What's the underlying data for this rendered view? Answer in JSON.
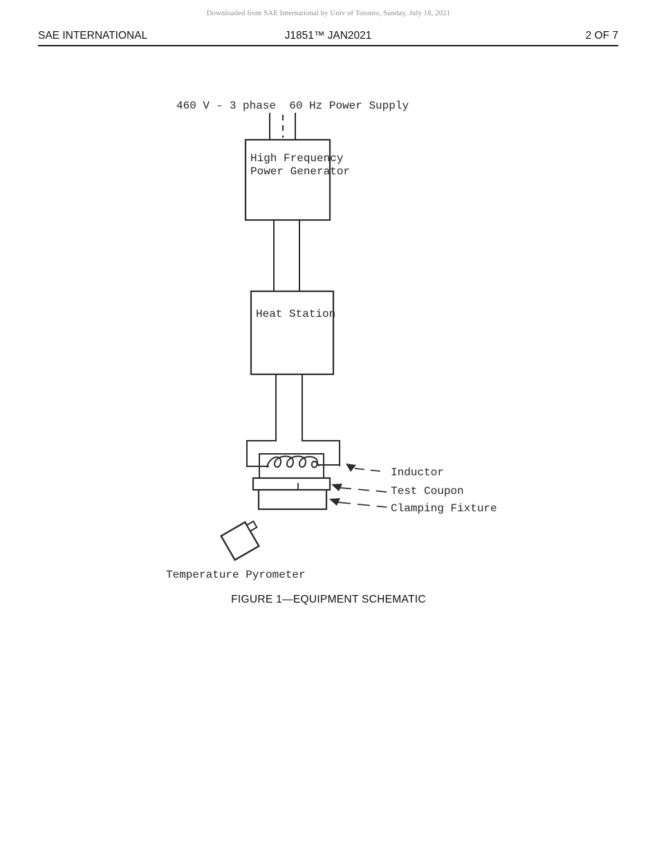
{
  "note": "Downloaded from SAE International by Univ of Toronto, Sunday, July 18, 2021",
  "header": {
    "left": "SAE INTERNATIONAL",
    "center": "J1851™ JAN2021",
    "right": "2 OF 7"
  },
  "figure": {
    "caption": "FIGURE 1—EQUIPMENT SCHEMATIC",
    "power_supply_label": "460 V - 3 phase  60 Hz Power Supply",
    "generator_box": {
      "line1": "High Frequency",
      "line2": "Power Generator"
    },
    "heat_station_box": "Heat Station",
    "callouts": {
      "inductor": "Inductor",
      "test_coupon": "Test Coupon",
      "clamping_fixture": "Clamping Fixture"
    },
    "pyrometer_label": "Temperature Pyrometer"
  },
  "colors": {
    "ink": "#2b2b2b",
    "note_gray": "#8b8b8b",
    "rule": "#1a1a1a",
    "background": "#ffffff"
  }
}
